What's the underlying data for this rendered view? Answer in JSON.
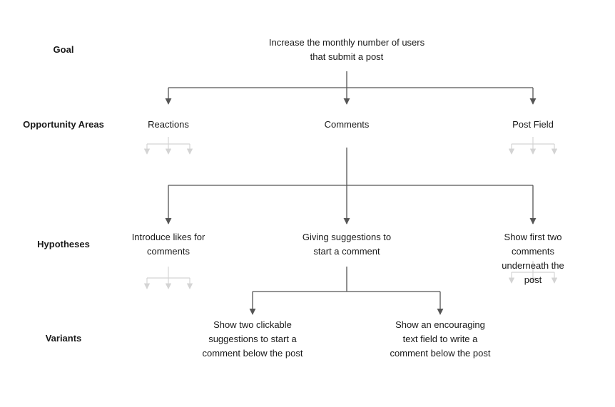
{
  "rows": {
    "goal": "Goal",
    "opportunity_areas": "Opportunity Areas",
    "hypotheses": "Hypotheses",
    "variants": "Variants"
  },
  "goal": {
    "text": "Increase the monthly number of users\nthat submit a post"
  },
  "opportunity_areas": [
    {
      "text": "Reactions"
    },
    {
      "text": "Comments"
    },
    {
      "text": "Post Field"
    }
  ],
  "hypotheses": [
    {
      "text": "Introduce likes for\ncomments"
    },
    {
      "text": "Giving suggestions to\nstart a comment"
    },
    {
      "text": "Show first two comments\nunderneath the post"
    }
  ],
  "variants": [
    {
      "text": "Show two clickable\nsuggestions to start a\ncomment below the post"
    },
    {
      "text": "Show an encouraging\ntext field to write a\ncomment below the post"
    }
  ],
  "colors": {
    "connector": "#555555",
    "faded_connector": "#d4d4d4",
    "text": "#1a1a1a"
  }
}
